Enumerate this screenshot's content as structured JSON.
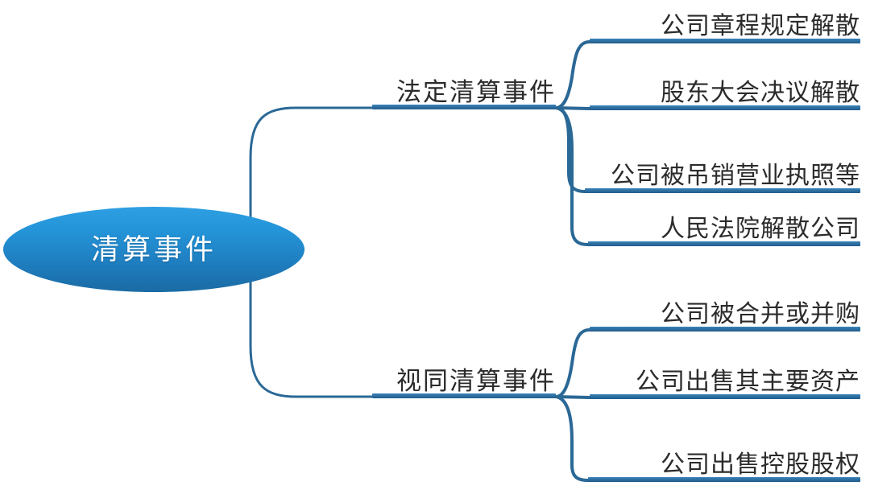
{
  "diagram": {
    "type": "mind-map",
    "title": "清算事件",
    "colors": {
      "root_fill_top": "#2e9fe3",
      "root_fill_bottom": "#1a6ba4",
      "root_text": "#ffffff",
      "bar": "#2b6da0",
      "connector": "#2a6896",
      "node_text": "#2b2b2b",
      "background": "#ffffff"
    },
    "root": {
      "label": "清算事件",
      "shape": "ellipse"
    },
    "branches": [
      {
        "label": "法定清算事件",
        "children": [
          {
            "label": "公司章程规定解散"
          },
          {
            "label": "股东大会决议解散"
          },
          {
            "label": "公司被吊销营业执照等"
          },
          {
            "label": "人民法院解散公司"
          }
        ]
      },
      {
        "label": "视同清算事件",
        "children": [
          {
            "label": "公司被合并或并购"
          },
          {
            "label": "公司出售其主要资产"
          },
          {
            "label": "公司出售控股股权"
          }
        ]
      }
    ]
  }
}
